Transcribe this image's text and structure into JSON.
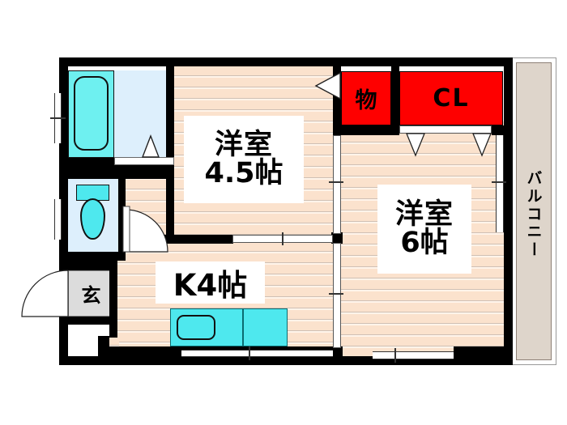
{
  "plan": {
    "title": "Japanese apartment floor plan",
    "accent_red": "#fe0000",
    "floor_color": "#fbe2cd",
    "water_color": "#6ef0f0",
    "balcony_color": "#ded5cb"
  },
  "rooms": {
    "washitsu_45": {
      "name": "洋室",
      "size": "4.5帖"
    },
    "washitsu_6": {
      "name": "洋室",
      "size": "6帖"
    },
    "kitchen": {
      "label": "K4帖"
    },
    "genkan": {
      "label": "玄"
    },
    "balcony": {
      "label": "バルコニー"
    }
  },
  "storage": {
    "mono": {
      "label": "物"
    },
    "closet": {
      "label": "CL"
    }
  },
  "fixtures": {
    "bathtub": "bathtub",
    "washroom": "washroom",
    "toilet": "toilet",
    "kitchen_sink": "kitchen-sink",
    "entry_tile": "entry-tile"
  }
}
